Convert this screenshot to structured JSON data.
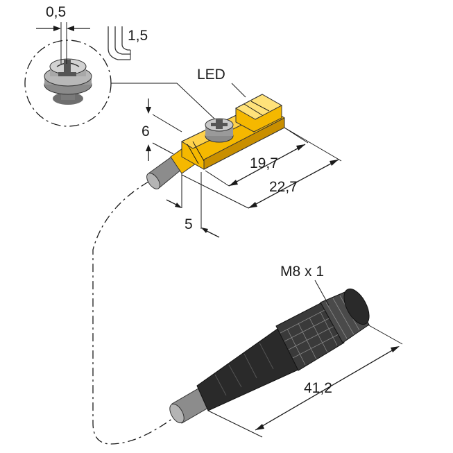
{
  "labels": {
    "slot_width": "0,5",
    "tool_size": "1,5",
    "led": "LED",
    "height": "6",
    "inner_length": "19,7",
    "total_length": "22,7",
    "offset": "5",
    "thread": "M8 x 1",
    "connector_length": "41,2"
  },
  "colors": {
    "sensor_yellow": "#f5b800",
    "sensor_shadow": "#c98f00",
    "screw_gray": "#9a9a9a",
    "cable_gray": "#8c8c8c",
    "connector_black": "#2a2a2a",
    "line": "#1a1a1a"
  },
  "icons": [
    "screw-detail-icon",
    "hex-key-icon"
  ]
}
